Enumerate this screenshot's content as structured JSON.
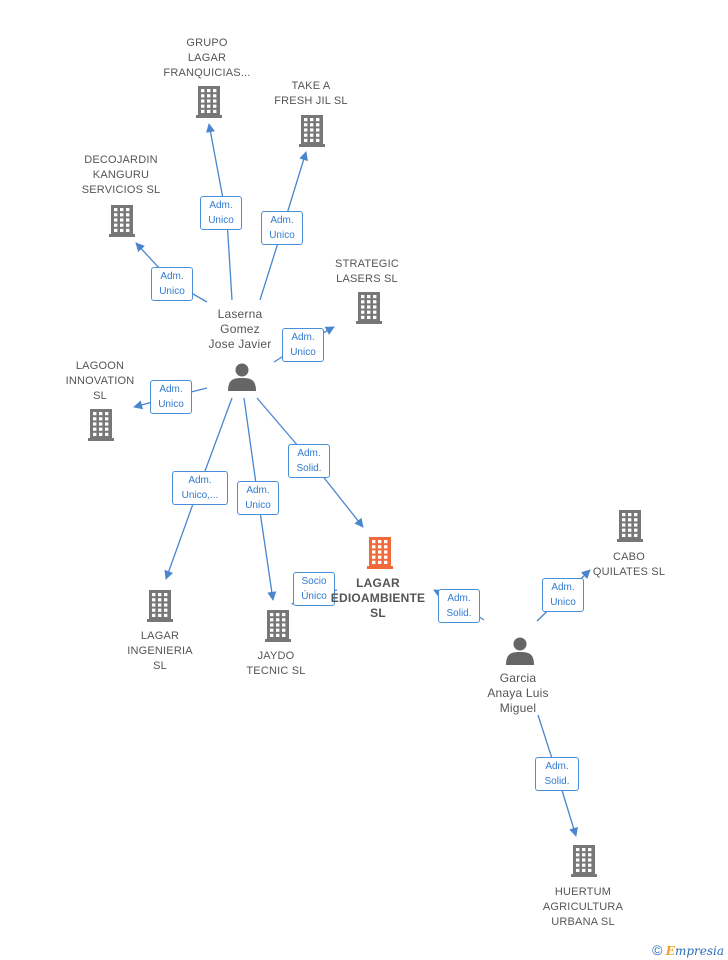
{
  "colors": {
    "edge": "#4a86cf",
    "company": "#777777",
    "main_company": "#f26a3a",
    "person": "#666666"
  },
  "nodes": {
    "grupo_lagar": {
      "label": "GRUPO\nLAGAR\nFRANQUICIAS...",
      "kind": "company"
    },
    "take_a_fresh": {
      "label": "TAKE A\nFRESH JIL  SL",
      "kind": "company"
    },
    "decojardin": {
      "label": "DECOJARDIN\nKANGURU\nSERVICIOS  SL",
      "kind": "company"
    },
    "strategic": {
      "label": "STRATEGIC\nLASERS  SL",
      "kind": "company"
    },
    "lagoon": {
      "label": "LAGOON\nINNOVATION\nSL",
      "kind": "company"
    },
    "lagar_ingenieria": {
      "label": "LAGAR\nINGENIERIA\nSL",
      "kind": "company"
    },
    "jaydo": {
      "label": "JAYDO\nTECNIC SL",
      "kind": "company"
    },
    "lagar_edioambiente": {
      "label": "LAGAR\nEDIOAMBIENTE\nSL",
      "kind": "main"
    },
    "cabo_quilates": {
      "label": "CABO\nQUILATES  SL",
      "kind": "company"
    },
    "huertum": {
      "label": "HUERTUM\nAGRICULTURA\nURBANA  SL",
      "kind": "company"
    },
    "laserna": {
      "label": "Laserna\nGomez\nJose Javier",
      "kind": "person"
    },
    "garcia": {
      "label": "Garcia\nAnaya Luis\nMiguel",
      "kind": "person"
    }
  },
  "edges": [
    {
      "label": "Adm.\nUnico"
    },
    {
      "label": "Adm.\nUnico"
    },
    {
      "label": "Adm.\nUnico"
    },
    {
      "label": "Adm.\nUnico"
    },
    {
      "label": "Adm.\nUnico"
    },
    {
      "label": "Adm.\nUnico,..."
    },
    {
      "label": "Adm.\nUnico"
    },
    {
      "label": "Adm.\nSolid."
    },
    {
      "label": "Socio\nÚnico"
    },
    {
      "label": "Adm.\nSolid."
    },
    {
      "label": "Adm.\nUnico"
    },
    {
      "label": "Adm.\nSolid."
    }
  ],
  "brand": {
    "copyright": "©",
    "e": "E",
    "rest": "mpresia"
  }
}
